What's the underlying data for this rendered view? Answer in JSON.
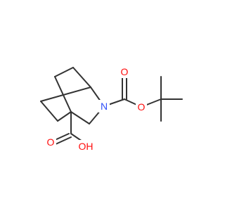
{
  "molecule": {
    "atom_labels": {
      "nitrogen": "N",
      "ester_oxygen": "O",
      "carbonyl_oxygen_boc": "O",
      "carbonyl_oxygen_acid": "O",
      "hydroxyl": "OH"
    }
  },
  "colors": {
    "bond": "#333333",
    "nitrogen": "#3050F8",
    "oxygen": "#FF0D0D",
    "background": "#FFFFFF"
  }
}
